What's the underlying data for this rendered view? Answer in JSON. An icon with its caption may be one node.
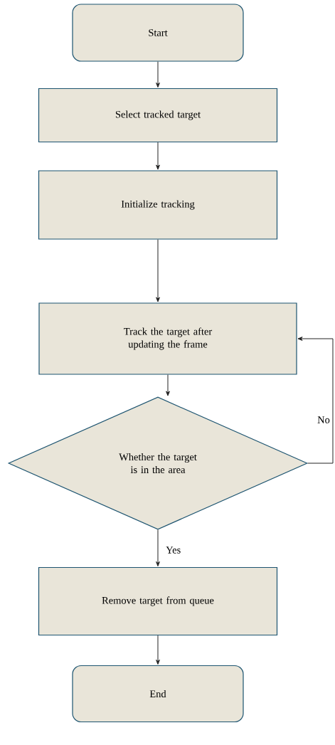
{
  "diagram": {
    "nodes": [
      {
        "text": [
          "Start"
        ]
      },
      {
        "text": [
          "Select tracked target"
        ]
      },
      {
        "text": [
          "Initialize tracking"
        ]
      },
      {
        "text": [
          "Track the target after updating the frame"
        ]
      },
      {
        "text": [
          "Whether the target is in the area"
        ]
      },
      {
        "text": [
          "Remove target from queue"
        ]
      },
      {
        "text": [
          "End"
        ]
      }
    ],
    "edges": [
      {
        "from": 0,
        "to": 1,
        "arrow": "to"
      },
      {
        "from": 1,
        "to": 2,
        "arrow": "to"
      },
      {
        "from": 2,
        "to": 3,
        "arrow": "to"
      },
      {
        "from": 3,
        "to": 4,
        "arrow": "to"
      },
      {
        "from": 4,
        "to": 5,
        "arrow": "to",
        "label": "Yes"
      },
      {
        "from": 4,
        "to": 3,
        "arrow": "to",
        "label": "No"
      },
      {
        "from": 5,
        "to": 6,
        "arrow": "to"
      }
    ]
  }
}
